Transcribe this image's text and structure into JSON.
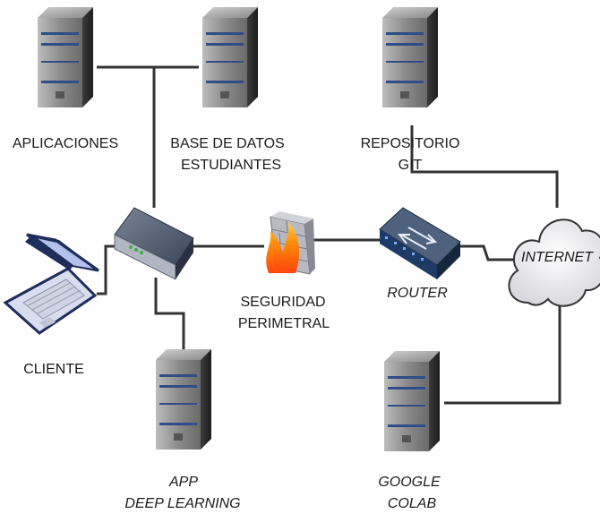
{
  "labels": {
    "aplicaciones": "APLICACIONES",
    "base_datos_1": "BASE DE DATOS",
    "base_datos_2": "ESTUDIANTES",
    "repositorio_1": "REPOSITORIO",
    "repositorio_2": "GIT",
    "cliente": "CLIENTE",
    "seguridad_1": "SEGURIDAD",
    "seguridad_2": "PERIMETRAL",
    "router": "ROUTER",
    "internet": "INTERNET",
    "app_1": "APP",
    "app_2": "DEEP LEARNING",
    "google_1": "GOOGLE",
    "google_2": "COLAB"
  },
  "colors": {
    "line": "#333333",
    "server_dark": "#2d2d2d",
    "server_light": "#9a9a9a",
    "server_stripe": "#2f4d86",
    "cloud_fill": "#e9e9ec",
    "laptop_screen": "#aab8e6",
    "laptop_body": "#d8deef",
    "laptop_frame": "#1f2d5c",
    "router_body": "#16263d",
    "router_top": "#4e617d",
    "firewall_brick": "#b9b9c2",
    "firewall_flame": "#ff6a00"
  },
  "icons": [
    "server-icon",
    "laptop-icon",
    "switch-icon",
    "firewall-icon",
    "router-icon",
    "cloud-icon"
  ]
}
